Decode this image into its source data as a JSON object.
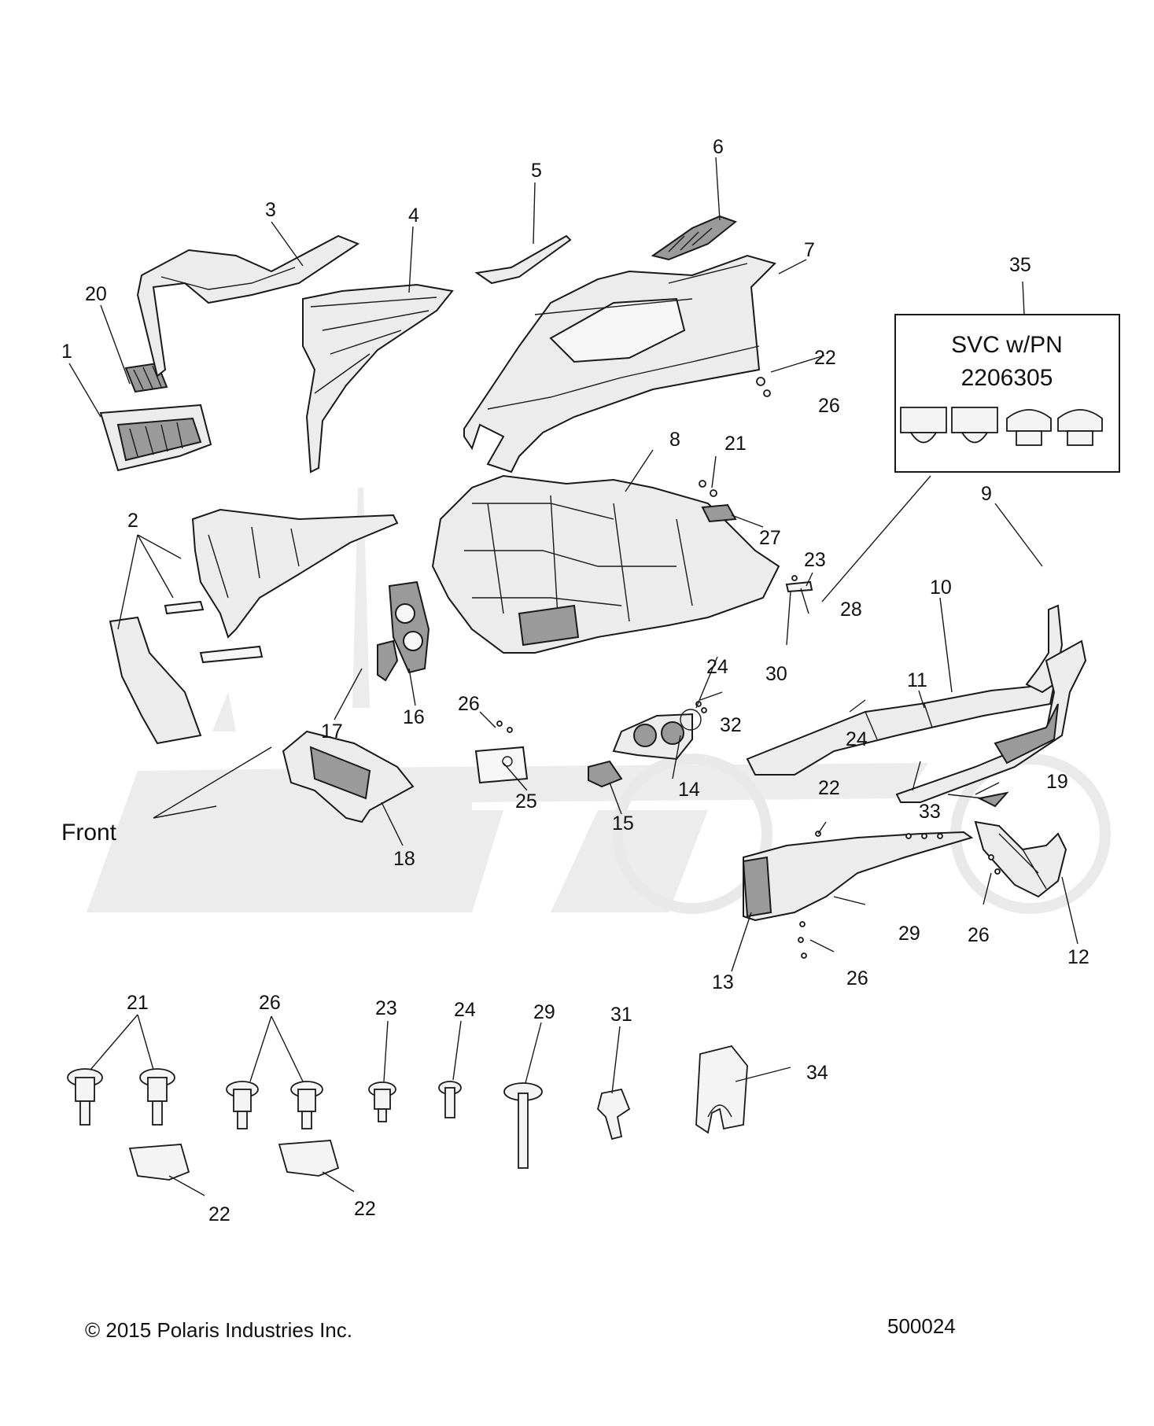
{
  "front_label": "Front",
  "svc_box": {
    "title_line1": "SVC w/PN",
    "title_line2": "2206305"
  },
  "copyright": "© 2015 Polaris Industries Inc.",
  "diagram_number": "500024",
  "callouts": {
    "c1": "1",
    "c2": "2",
    "c3": "3",
    "c4": "4",
    "c5": "5",
    "c6": "6",
    "c7": "7",
    "c8": "8",
    "c9": "9",
    "c10": "10",
    "c11": "11",
    "c12": "12",
    "c13": "13",
    "c14": "14",
    "c15": "15",
    "c16": "16",
    "c17": "17",
    "c18": "18",
    "c19": "19",
    "c20": "20",
    "c21": "21",
    "c22": "22",
    "c23": "23",
    "c24": "24",
    "c25": "25",
    "c26": "26",
    "c27": "27",
    "c28": "28",
    "c29": "29",
    "c30": "30",
    "c31": "31",
    "c32": "32",
    "c33": "33",
    "c34": "34",
    "c35": "35"
  }
}
